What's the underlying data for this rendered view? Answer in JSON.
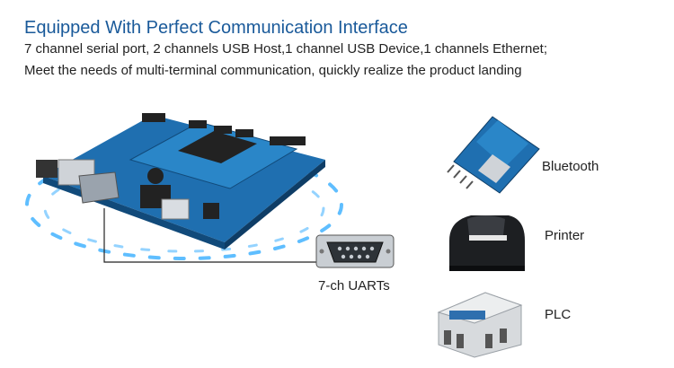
{
  "header": {
    "title": "Equipped With Perfect Communication Interface",
    "line1": "7 channel serial port, 2 channels USB Host,1 channel USB Device,1 channels Ethernet;",
    "line2": "Meet the needs of multi-terminal communication, quickly realize the product landing"
  },
  "callout": {
    "uart_label": "7-ch UARTs"
  },
  "devices": [
    {
      "label": "Bluetooth",
      "icon": "bluetooth-module-icon"
    },
    {
      "label": "Printer",
      "icon": "printer-icon"
    },
    {
      "label": "PLC",
      "icon": "plc-icon"
    }
  ],
  "colors": {
    "title": "#1a5a9a",
    "board": "#1f6fb0",
    "glow": "#2aa8ff"
  }
}
